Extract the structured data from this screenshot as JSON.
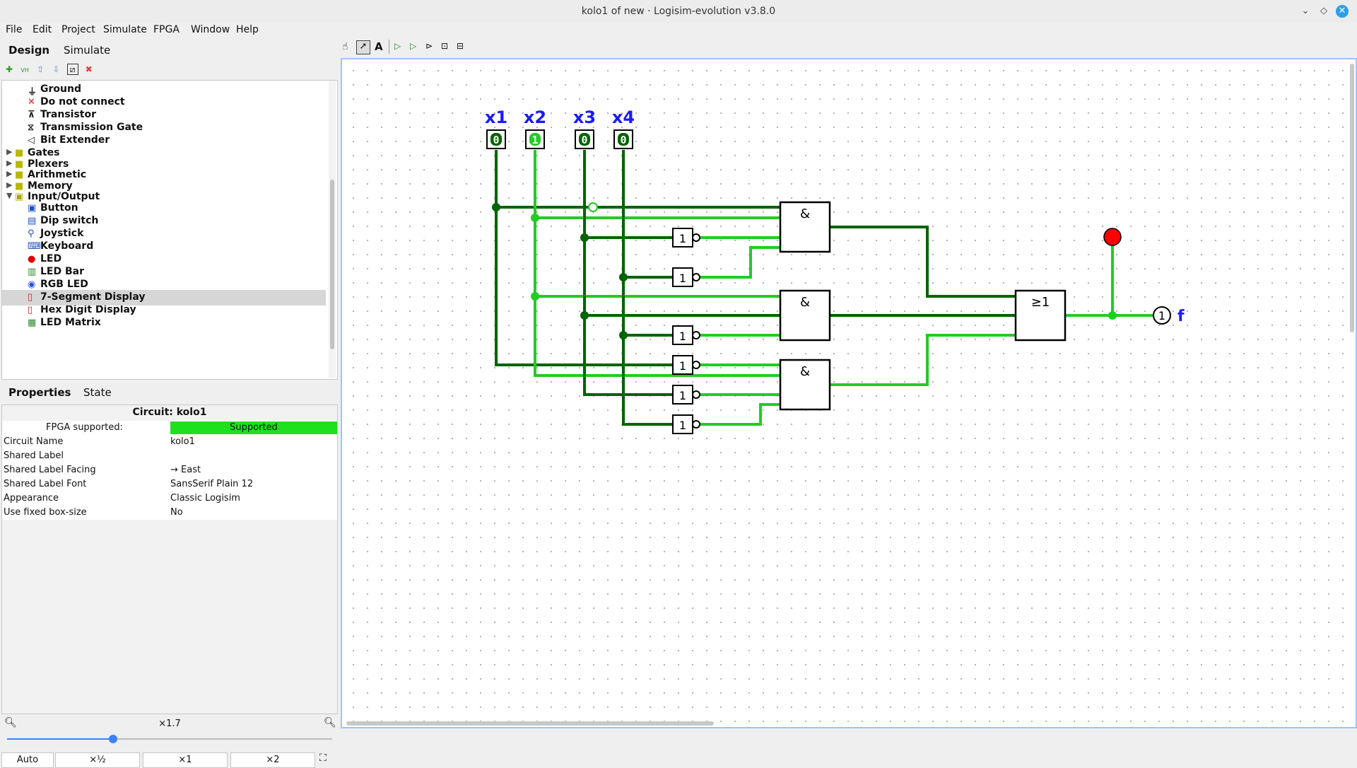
{
  "window": {
    "title": "kolo1 of new · Logisim-evolution v3.8.0"
  },
  "menu": [
    "File",
    "Edit",
    "Project",
    "Simulate",
    "FPGA",
    "Window",
    "Help"
  ],
  "left_tabs": {
    "design": "Design",
    "simulate": "Simulate"
  },
  "tree": [
    {
      "label": "Ground",
      "icon": "ground-icon",
      "kind": "item"
    },
    {
      "label": "Do not connect",
      "icon": "cross-icon",
      "kind": "item"
    },
    {
      "label": "Transistor",
      "icon": "transistor-icon",
      "kind": "item"
    },
    {
      "label": "Transmission Gate",
      "icon": "transmission-gate-icon",
      "kind": "item"
    },
    {
      "label": "Bit Extender",
      "icon": "bit-extender-icon",
      "kind": "item"
    },
    {
      "label": "Gates",
      "icon": "folder-icon",
      "kind": "folder"
    },
    {
      "label": "Plexers",
      "icon": "folder-icon",
      "kind": "folder"
    },
    {
      "label": "Arithmetic",
      "icon": "folder-icon",
      "kind": "folder"
    },
    {
      "label": "Memory",
      "icon": "folder-icon",
      "kind": "folder"
    },
    {
      "label": "Input/Output",
      "icon": "folder-open-icon",
      "kind": "folder-open"
    },
    {
      "label": "Button",
      "icon": "button-icon",
      "kind": "item"
    },
    {
      "label": "Dip switch",
      "icon": "dip-switch-icon",
      "kind": "item"
    },
    {
      "label": "Joystick",
      "icon": "joystick-icon",
      "kind": "item"
    },
    {
      "label": "Keyboard",
      "icon": "keyboard-icon",
      "kind": "item"
    },
    {
      "label": "LED",
      "icon": "led-icon",
      "kind": "item"
    },
    {
      "label": "LED Bar",
      "icon": "led-bar-icon",
      "kind": "item"
    },
    {
      "label": "RGB LED",
      "icon": "rgb-led-icon",
      "kind": "item"
    },
    {
      "label": "7-Segment Display",
      "icon": "seven-segment-icon",
      "kind": "item",
      "selected": true
    },
    {
      "label": "Hex Digit Display",
      "icon": "hex-display-icon",
      "kind": "item"
    },
    {
      "label": "LED Matrix",
      "icon": "led-matrix-icon",
      "kind": "item"
    }
  ],
  "prop_tabs": {
    "properties": "Properties",
    "state": "State"
  },
  "properties": {
    "title": "Circuit: kolo1",
    "rows": [
      {
        "key": "FPGA supported:",
        "value": "Supported",
        "highlight": true
      },
      {
        "key": "Circuit Name",
        "value": "kolo1"
      },
      {
        "key": "Shared Label",
        "value": ""
      },
      {
        "key": "Shared Label Facing",
        "value": "→ East"
      },
      {
        "key": "Shared Label Font",
        "value": "SansSerif Plain 12"
      },
      {
        "key": "Appearance",
        "value": "Classic Logisim"
      },
      {
        "key": "Use fixed box-size",
        "value": "No"
      }
    ]
  },
  "zoom": {
    "level": "×1.7",
    "buttons": [
      "Auto",
      "×½",
      "×1",
      "×2"
    ]
  },
  "circuit": {
    "inputs": [
      {
        "label": "x1",
        "value": "0"
      },
      {
        "label": "x2",
        "value": "1"
      },
      {
        "label": "x3",
        "value": "0"
      },
      {
        "label": "x4",
        "value": "0"
      }
    ],
    "and_label": "&",
    "or_label": "≥1",
    "not_label": "1",
    "output": {
      "label": "f",
      "value": "1"
    },
    "colors": {
      "wire_low": "#006400",
      "wire_high": "#22cc22",
      "label": "#1a1aff",
      "led": "#ff0000"
    }
  }
}
